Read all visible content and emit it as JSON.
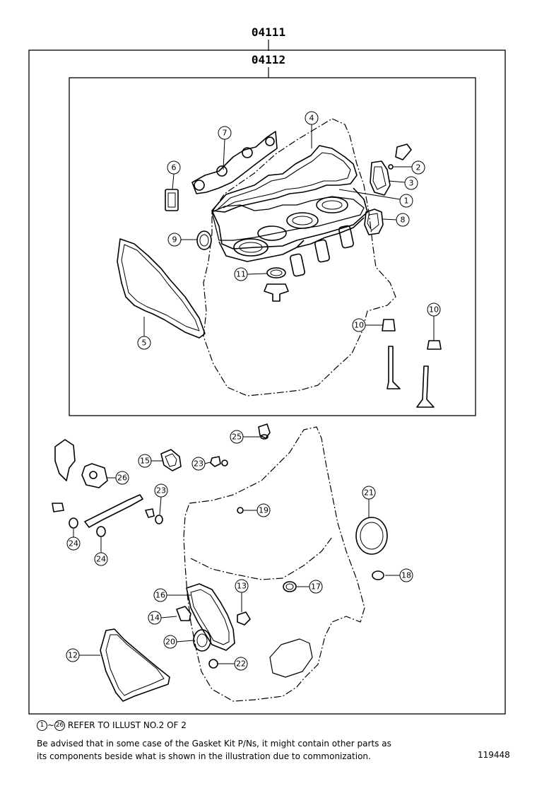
{
  "kits": {
    "outer": "04111",
    "inner": "04112"
  },
  "callouts": [
    {
      "id": "c1",
      "label": "1"
    },
    {
      "id": "c2",
      "label": "2"
    },
    {
      "id": "c3",
      "label": "3"
    },
    {
      "id": "c4",
      "label": "4"
    },
    {
      "id": "c5",
      "label": "5"
    },
    {
      "id": "c6",
      "label": "6"
    },
    {
      "id": "c7",
      "label": "7"
    },
    {
      "id": "c8",
      "label": "8"
    },
    {
      "id": "c9",
      "label": "9"
    },
    {
      "id": "c10a",
      "label": "10"
    },
    {
      "id": "c10b",
      "label": "10"
    },
    {
      "id": "c11",
      "label": "11"
    },
    {
      "id": "c12",
      "label": "12"
    },
    {
      "id": "c13",
      "label": "13"
    },
    {
      "id": "c14",
      "label": "14"
    },
    {
      "id": "c15",
      "label": "15"
    },
    {
      "id": "c16",
      "label": "16"
    },
    {
      "id": "c17",
      "label": "17"
    },
    {
      "id": "c18",
      "label": "18"
    },
    {
      "id": "c19",
      "label": "19"
    },
    {
      "id": "c20",
      "label": "20"
    },
    {
      "id": "c21",
      "label": "21"
    },
    {
      "id": "c22",
      "label": "22"
    },
    {
      "id": "c23a",
      "label": "23"
    },
    {
      "id": "c23b",
      "label": "23"
    },
    {
      "id": "c24a",
      "label": "24"
    },
    {
      "id": "c24b",
      "label": "24"
    },
    {
      "id": "c25",
      "label": "25"
    },
    {
      "id": "c26",
      "label": "26"
    }
  ],
  "footer": {
    "range_start": "1",
    "range_sep": "~",
    "range_end": "26",
    "refer_text": "REFER TO ILLUST NO.2 OF 2",
    "note_line1": "Be advised that in some case of the Gasket Kit P/Ns,  it might contain other parts as",
    "note_line2": "its components beside what is shown in the illustration due to commonization.",
    "illustration_number": "119448"
  }
}
